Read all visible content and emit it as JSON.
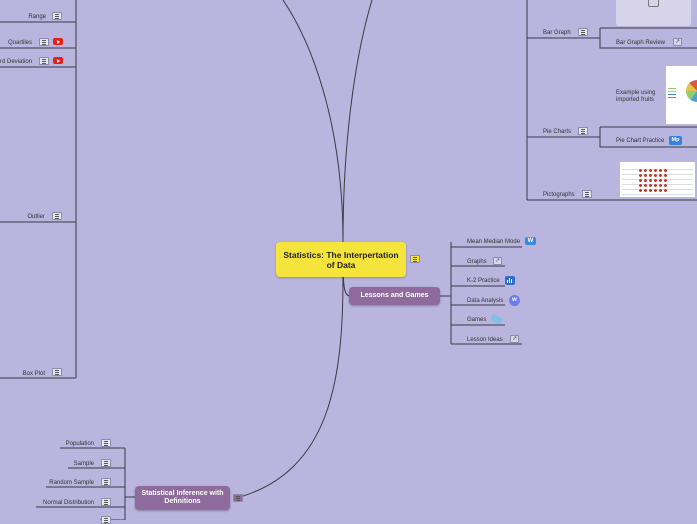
{
  "central": {
    "title": "Statistics: The Interpertation of Data"
  },
  "lessons": {
    "title": "Lessons and Games",
    "items": [
      "Mean Median Mode",
      "Graphs",
      "K-2 Practice",
      "Data Analysis",
      "Games",
      "Lesson Ideas"
    ]
  },
  "inference": {
    "title": "Statistical Inference with Definitions",
    "items": [
      "Population",
      "Sample",
      "Random Sample",
      "Normal Distribution"
    ]
  },
  "left_topics": [
    "Range",
    "Quartiles",
    "rd Deviation",
    "Outlier",
    "Box Plot"
  ],
  "graphs": {
    "bar_graph": "Bar Graph",
    "bar_graph_review": "Bar Graph Review",
    "pie_example": "Example using imported fruits",
    "pie_charts": "Pie Charts",
    "pie_chart_practice": "Pie Chart Practice",
    "pictographs": "Pictographs"
  },
  "badges": {
    "mp": "Mp"
  },
  "colors": {
    "background": "#b9b5de",
    "central": "#f5e43b",
    "subtopic": "#8f6a9d",
    "line": "#3a3a44",
    "youtube": "#e62117"
  }
}
